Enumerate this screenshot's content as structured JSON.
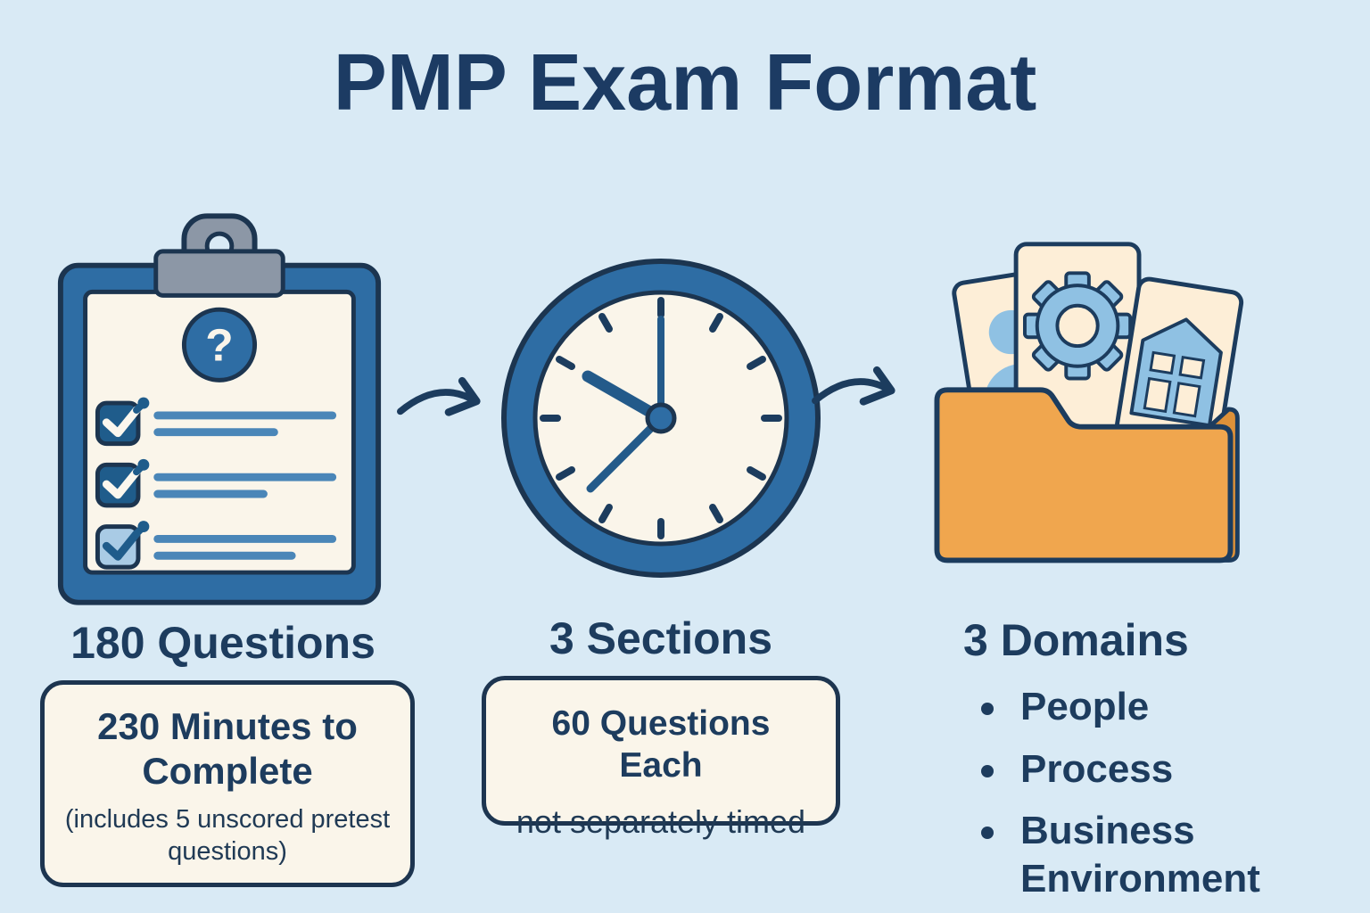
{
  "title": "PMP Exam Format",
  "colors": {
    "background": "#d9eaf5",
    "navy_text": "#1d3c5e",
    "outline_navy": "#1c3550",
    "frame_blue": "#2e6da4",
    "checkbox_dark_blue": "#1f5c8b",
    "checkbox_light_blue": "#a9cbe5",
    "line_blue": "#4a86b8",
    "paper_cream": "#faf5ea",
    "card_cream": "#fdeed7",
    "folder_orange": "#f0a64e",
    "folder_shadow_orange": "#dd9139",
    "clip_gray": "#8c97a6",
    "icon_light_blue": "#8fc1e3"
  },
  "icons": {
    "clipboard": "clipboard-checklist-icon",
    "question_mark": "?",
    "clock": "clock-icon",
    "folder": "folder-with-domain-cards-icon",
    "arrow": "curved-arrow-right-icon"
  },
  "columns": [
    {
      "icon": "clipboard-checklist-icon",
      "heading": "180 Questions",
      "box_line1": "230 Minutes to Complete",
      "box_line2": "(includes 5 unscored pretest questions)"
    },
    {
      "icon": "clock-icon",
      "heading": "3 Sections",
      "box_line1": "60 Questions Each",
      "box_line2": "not separately timed"
    },
    {
      "icon": "folder-with-domain-cards-icon",
      "heading": "3 Domains",
      "bullets": [
        "People",
        "Process",
        "Business Environment"
      ]
    }
  ]
}
